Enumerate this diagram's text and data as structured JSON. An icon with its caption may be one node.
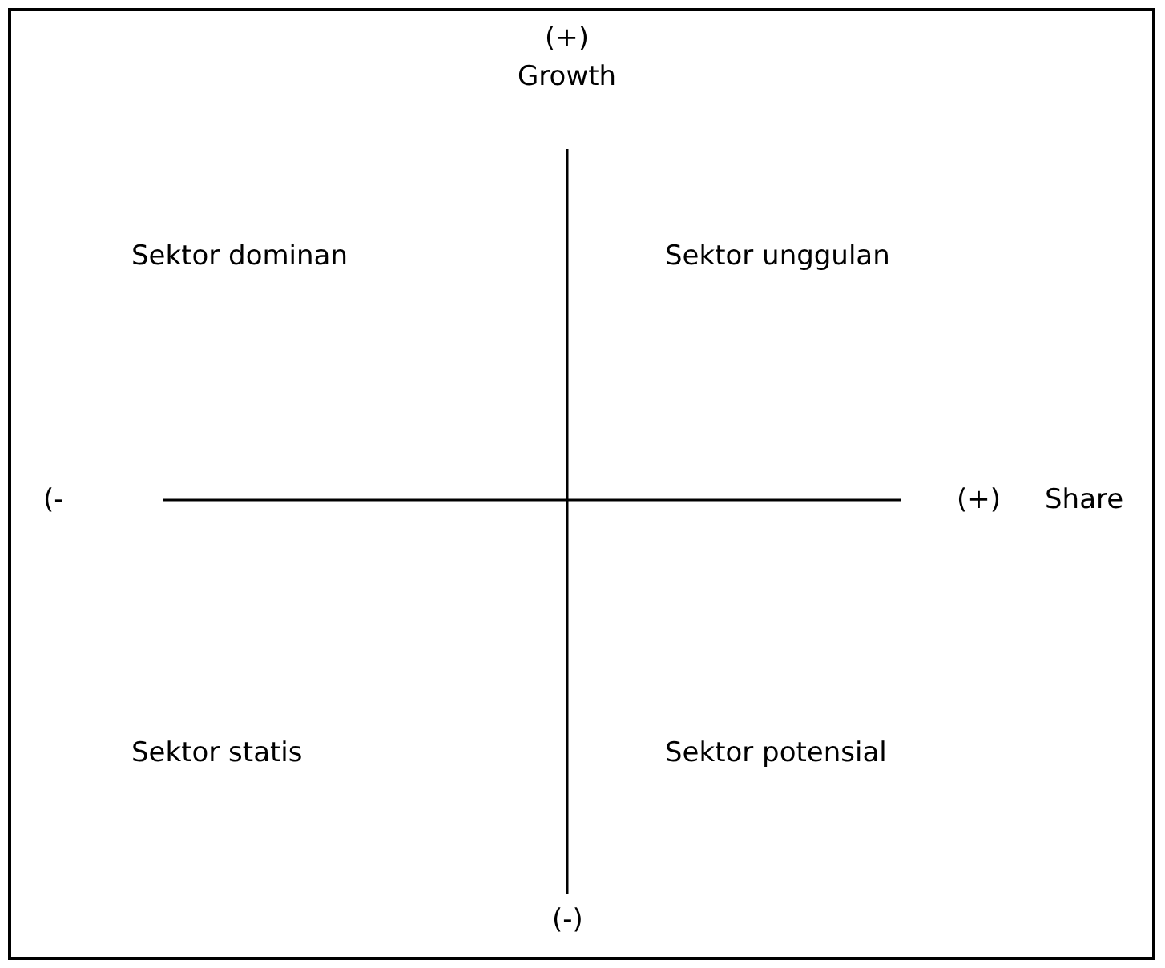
{
  "diagram": {
    "labels": [
      "(+)",
      "Growth",
      "Sektor dominan",
      "Sektor unggulan",
      "(-",
      "(+)",
      "Share",
      "Sektor statis",
      "Sektor potensial",
      "(-)"
    ]
  }
}
